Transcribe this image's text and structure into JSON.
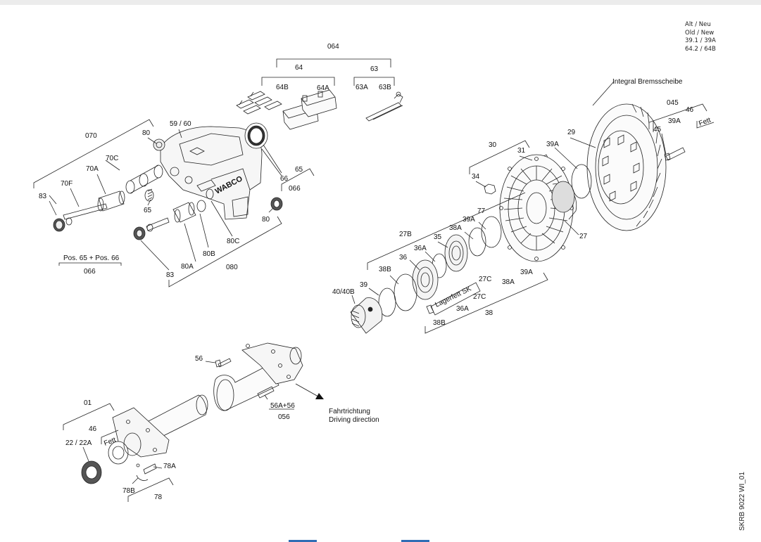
{
  "note": {
    "line1": "Alt / Neu",
    "line2": "Old / New",
    "line3": "39.1 / 39A",
    "line4": "64.2 / 64B"
  },
  "drawing_id": "SKRB 9022 WI_01",
  "direction": {
    "de": "Fahrtrichtung",
    "en": "Driving direction"
  },
  "legend_066": {
    "formula": "Pos. 65 + Pos. 66",
    "code": "066"
  },
  "labels": {
    "l064": "064",
    "l64": "64",
    "l63": "63",
    "l64B": "64B",
    "l64A": "64A",
    "l63A": "63A",
    "l63B": "63B",
    "l070": "070",
    "l80a": "80",
    "l5960": "59 / 60",
    "l70C": "70C",
    "l70A": "70A",
    "l70F": "70F",
    "l83a": "83",
    "l65a": "65",
    "l65b": "65",
    "l66": "66",
    "l066": "066",
    "l80b": "80",
    "l80C": "80C",
    "l80B": "80B",
    "l80A": "80A",
    "l83b": "83",
    "l080": "080",
    "l30": "30",
    "l31": "31",
    "l34": "34",
    "l39Aa": "39A",
    "l29": "29",
    "lIntegral": "Integral Bremsscheibe",
    "l045": "045",
    "l46a": "46",
    "l39Ab": "39A",
    "l45": "45",
    "lFett1": "Fett",
    "l27": "27",
    "l77": "77",
    "l39Ac": "39A",
    "l38A": "38A",
    "l27B": "27B",
    "l35": "35",
    "l36A": "36A",
    "l36": "36",
    "l38B": "38B",
    "l39": "39",
    "l4040B": "40/40B",
    "lLagerfett": "Lagerfett SK",
    "l27Ca": "27C",
    "l39Ad": "39A",
    "l38Ab": "38A",
    "l27Cb": "27C",
    "l36Ab": "36A",
    "l38Bb": "38B",
    "l38": "38",
    "l56": "56",
    "l56A56": "56A+56",
    "l056": "056",
    "l01": "01",
    "l46b": "46",
    "lFett2": "Fett",
    "l2222A": "22 / 22A",
    "l78A": "78A",
    "l78B": "78B",
    "l78": "78"
  }
}
